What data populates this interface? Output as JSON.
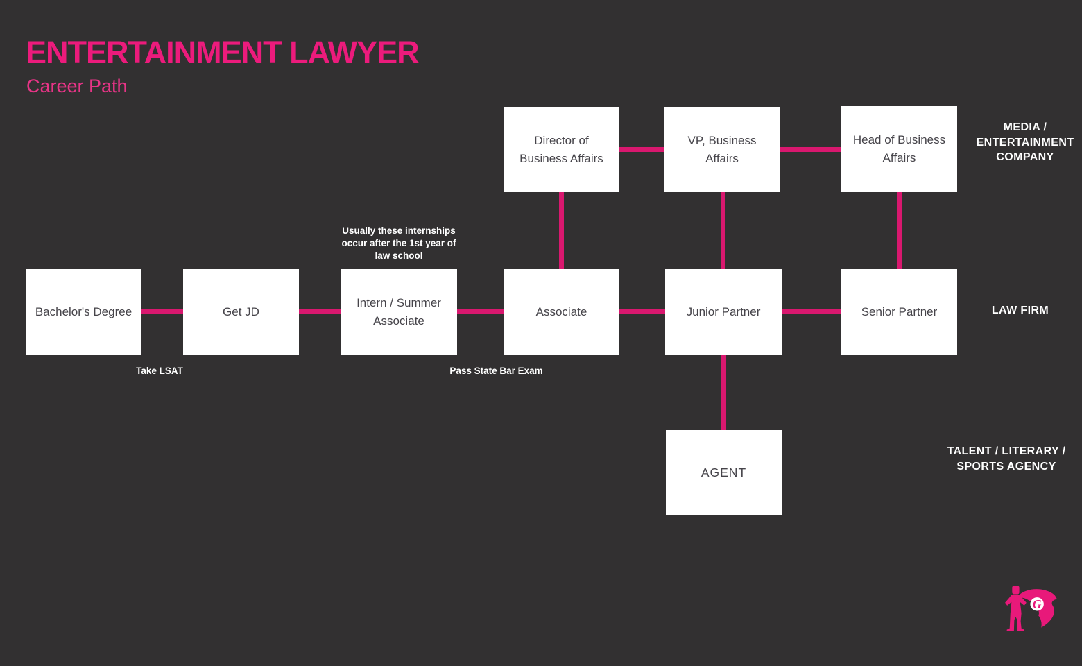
{
  "header": {
    "title": "ENTERTAINMENT LAWYER",
    "subtitle": "Career Path"
  },
  "palette": {
    "background": "#323031",
    "accent_pink": "#ec1b7c",
    "connector_pink": "#d9186f",
    "box_background": "#ffffff",
    "box_text": "#46444a",
    "annotation_text": "#ffffff"
  },
  "nodes": {
    "bachelors": {
      "label": "Bachelor's Degree"
    },
    "get_jd": {
      "label": "Get JD"
    },
    "intern": {
      "label": "Intern / Summer Associate"
    },
    "associate": {
      "label": "Associate"
    },
    "junior_partner": {
      "label": "Junior Partner"
    },
    "senior_partner": {
      "label": "Senior Partner"
    },
    "director_ba": {
      "label": "Director of Business Affairs"
    },
    "vp_ba": {
      "label": "VP, Business Affairs"
    },
    "head_ba": {
      "label": "Head of Business Affairs"
    },
    "agent": {
      "label": "AGENT"
    }
  },
  "annotations": {
    "internship_note": "Usually these internships\noccur after the 1st year of\nlaw school",
    "take_lsat": "Take LSAT",
    "pass_bar": "Pass State Bar Exam"
  },
  "sectors": {
    "media": "MEDIA /\nENTERTAINMENT\nCOMPANY",
    "law_firm": "LAW FIRM",
    "talent": "TALENT / LITERARY /\nSPORTS AGENCY"
  },
  "logo": {
    "letter": "G"
  }
}
